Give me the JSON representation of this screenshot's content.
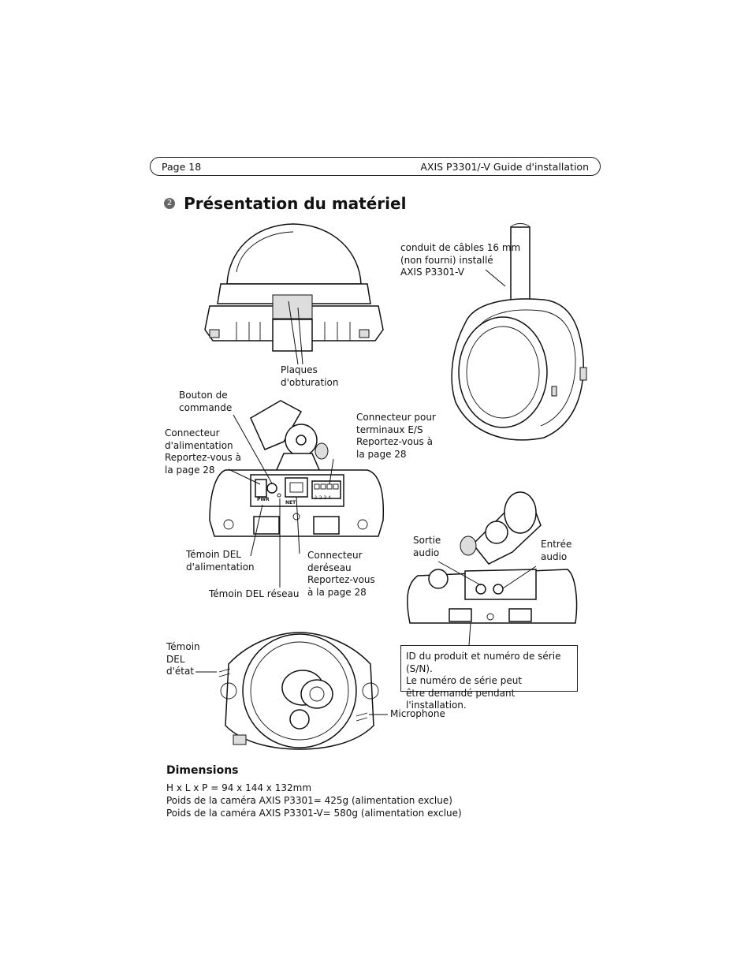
{
  "header": {
    "page": "Page 18",
    "guide": "AXIS P3301/-V Guide d'installation"
  },
  "section": {
    "number": "2",
    "title": "Présentation du matériel"
  },
  "labels": {
    "conduit": "conduit de câbles 16 mm\n(non fourni) installé\nAXIS P3301-V",
    "plaques": "Plaques\nd'obturation",
    "bouton": "Bouton de\ncommande",
    "connecteur_alim": "Connecteur\nd'alimentation\nReportez-vous à\nla  page 28",
    "connecteur_es": "Connecteur pour\n terminaux E/S\nReportez-vous à\nla  page 28",
    "temoin_alim": "Témoin DEL\nd'alimentation",
    "connecteur_reseau": "Connecteur\n deréseau\nReportez-vous\nà la  page 28",
    "temoin_reseau": "Témoin DEL réseau",
    "sortie_audio": "Sortie\naudio",
    "entree_audio": "Entrée\naudio",
    "temoin_etat": "Témoin\nDEL\nd'état",
    "microphone": "Microphone",
    "id_box": "ID du produit et numéro de série (S/N).\nLe numéro de série peut\nêtre demandé pendant l'installation."
  },
  "dimensions": {
    "heading": "Dimensions",
    "lines": [
      "H x L x P = 94 x 144 x 132mm",
      "Poids de la caméra AXIS P3301= 425g (alimentation exclue)",
      "Poids de la caméra AXIS P3301-V= 580g (alimentation exclue)"
    ]
  },
  "connector_marks": {
    "pwr": "PWR",
    "net": "NET",
    "io": "1 2 3 4"
  }
}
